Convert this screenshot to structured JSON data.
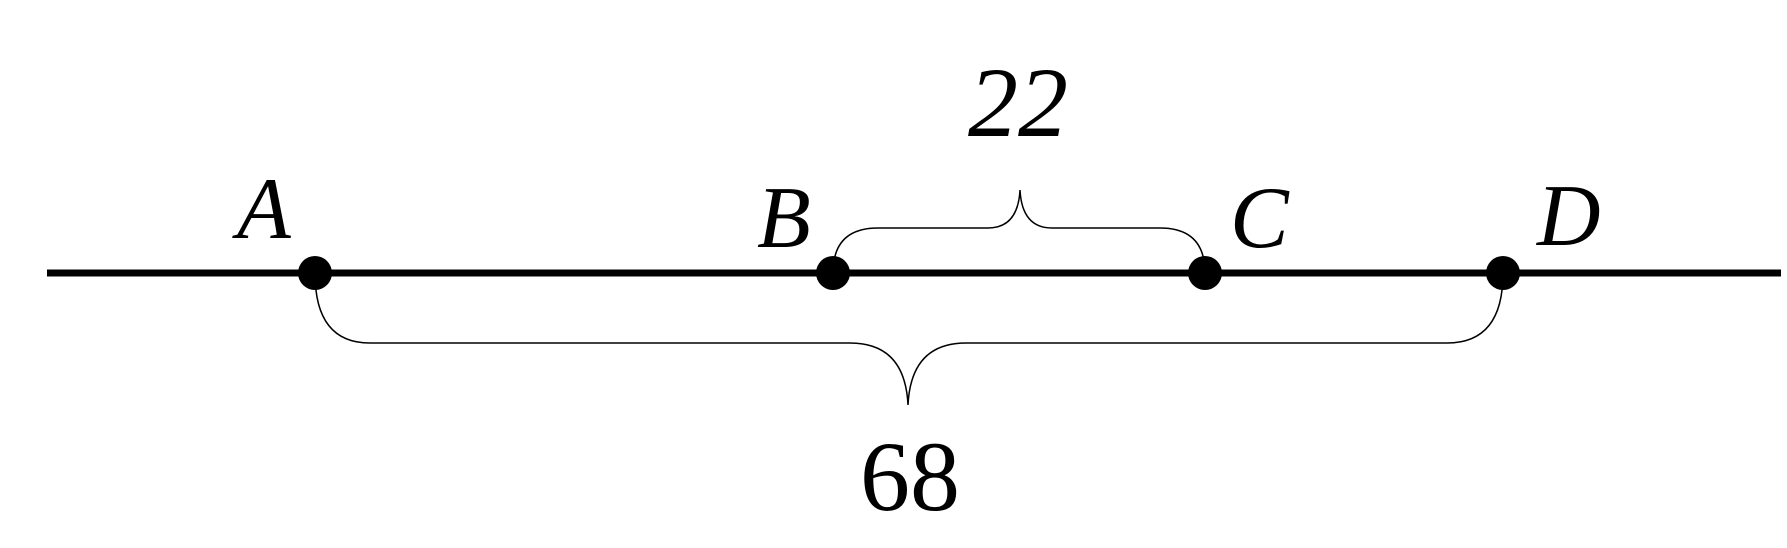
{
  "points": [
    {
      "id": "A",
      "label": "A"
    },
    {
      "id": "B",
      "label": "B"
    },
    {
      "id": "C",
      "label": "C"
    },
    {
      "id": "D",
      "label": "D"
    }
  ],
  "measurements": {
    "BC": {
      "from": "B",
      "to": "C",
      "value": "22"
    },
    "AD": {
      "from": "A",
      "to": "D",
      "value": "68"
    }
  },
  "colors": {
    "line": "#000000",
    "background": "#ffffff"
  }
}
